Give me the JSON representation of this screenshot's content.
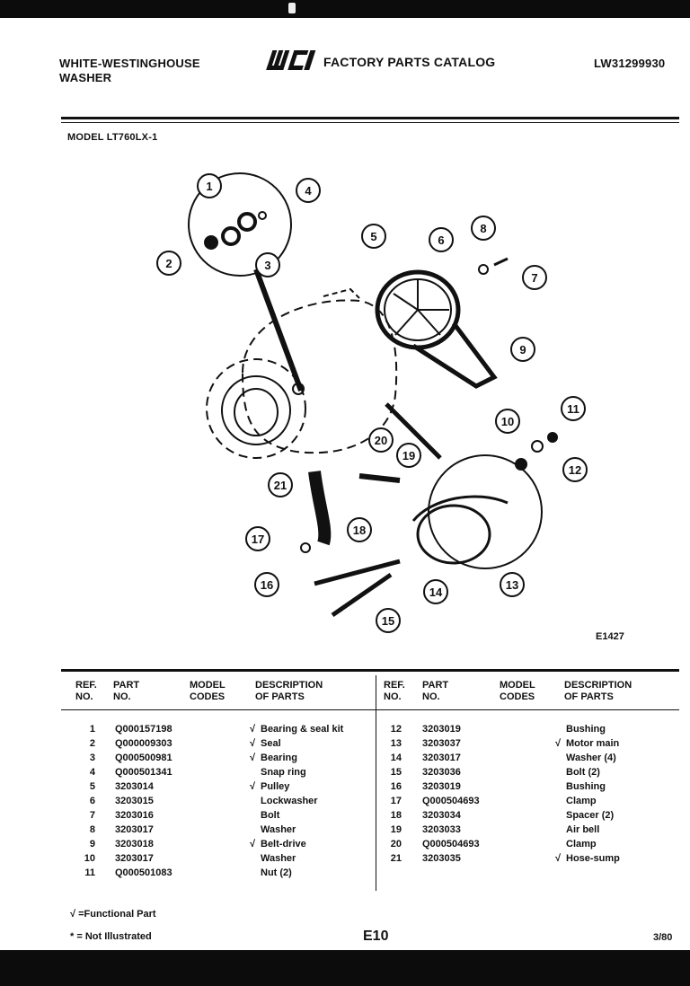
{
  "header": {
    "brand_line1": "WHITE-WESTINGHOUSE",
    "brand_line2": "WASHER",
    "logo_text": "WCI",
    "catalog_title": "FACTORY PARTS CATALOG",
    "catalog_number": "LW31299930"
  },
  "model_label": "MODEL LT760LX-1",
  "diagram": {
    "id": "E1427",
    "callouts": [
      "1",
      "2",
      "3",
      "4",
      "5",
      "6",
      "7",
      "8",
      "9",
      "10",
      "11",
      "12",
      "13",
      "14",
      "15",
      "16",
      "17",
      "18",
      "19",
      "20",
      "21"
    ]
  },
  "table": {
    "headers": {
      "ref": [
        "REF.",
        "NO."
      ],
      "part": [
        "PART",
        "NO."
      ],
      "model": [
        "MODEL",
        "CODES"
      ],
      "desc": [
        "DESCRIPTION",
        "OF PARTS"
      ]
    },
    "left_rows": [
      {
        "ref": "1",
        "part": "Q000157198",
        "check": "√",
        "desc": "Bearing & seal kit"
      },
      {
        "ref": "2",
        "part": "Q000009303",
        "check": "√",
        "desc": "Seal"
      },
      {
        "ref": "3",
        "part": "Q000500981",
        "check": "√",
        "desc": "Bearing"
      },
      {
        "ref": "4",
        "part": "Q000501341",
        "check": "",
        "desc": "Snap ring"
      },
      {
        "ref": "5",
        "part": "3203014",
        "check": "√",
        "desc": "Pulley"
      },
      {
        "ref": "6",
        "part": "3203015",
        "check": "",
        "desc": "Lockwasher"
      },
      {
        "ref": "7",
        "part": "3203016",
        "check": "",
        "desc": "Bolt"
      },
      {
        "ref": "8",
        "part": "3203017",
        "check": "",
        "desc": "Washer"
      },
      {
        "ref": "9",
        "part": "3203018",
        "check": "√",
        "desc": "Belt-drive"
      },
      {
        "ref": "10",
        "part": "3203017",
        "check": "",
        "desc": "Washer"
      },
      {
        "ref": "11",
        "part": "Q000501083",
        "check": "",
        "desc": "Nut (2)"
      }
    ],
    "right_rows": [
      {
        "ref": "12",
        "part": "3203019",
        "check": "",
        "desc": "Bushing"
      },
      {
        "ref": "13",
        "part": "3203037",
        "check": "√",
        "desc": "Motor main"
      },
      {
        "ref": "14",
        "part": "3203017",
        "check": "",
        "desc": "Washer (4)"
      },
      {
        "ref": "15",
        "part": "3203036",
        "check": "",
        "desc": "Bolt (2)"
      },
      {
        "ref": "16",
        "part": "3203019",
        "check": "",
        "desc": "Bushing"
      },
      {
        "ref": "17",
        "part": "Q000504693",
        "check": "",
        "desc": "Clamp"
      },
      {
        "ref": "18",
        "part": "3203034",
        "check": "",
        "desc": "Spacer (2)"
      },
      {
        "ref": "19",
        "part": "3203033",
        "check": "",
        "desc": "Air bell"
      },
      {
        "ref": "20",
        "part": "Q000504693",
        "check": "",
        "desc": "Clamp"
      },
      {
        "ref": "21",
        "part": "3203035",
        "check": "√",
        "desc": "Hose-sump"
      }
    ]
  },
  "footer": {
    "legend1": "√ =Functional Part",
    "legend2": "* = Not Illustrated",
    "page": "E10",
    "revision": "3/80"
  }
}
